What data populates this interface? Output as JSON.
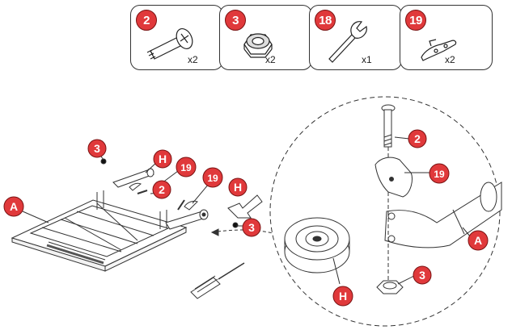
{
  "parts": [
    {
      "number": "2",
      "quantity": "x2",
      "icon": "bolt-icon"
    },
    {
      "number": "3",
      "quantity": "x2",
      "icon": "locknut-icon"
    },
    {
      "number": "18",
      "quantity": "x1",
      "icon": "wrench-icon"
    },
    {
      "number": "19",
      "quantity": "x2",
      "icon": "bracket-clip-icon"
    }
  ],
  "callouts": {
    "frame_A": "A",
    "wheel_H": "H",
    "bolt_2": "2",
    "nut_3": "3",
    "clip_19": "19",
    "detail_A": "A",
    "detail_H": "H",
    "detail_2": "2",
    "detail_3": "3",
    "detail_19": "19",
    "main_3_left": "3",
    "main_H_top": "H",
    "main_19_top": "19",
    "main_2": "2",
    "main_19_right": "19",
    "main_H_right": "H",
    "main_3_right": "3"
  },
  "colors": {
    "badge": "#e0393b",
    "line": "#333333"
  }
}
